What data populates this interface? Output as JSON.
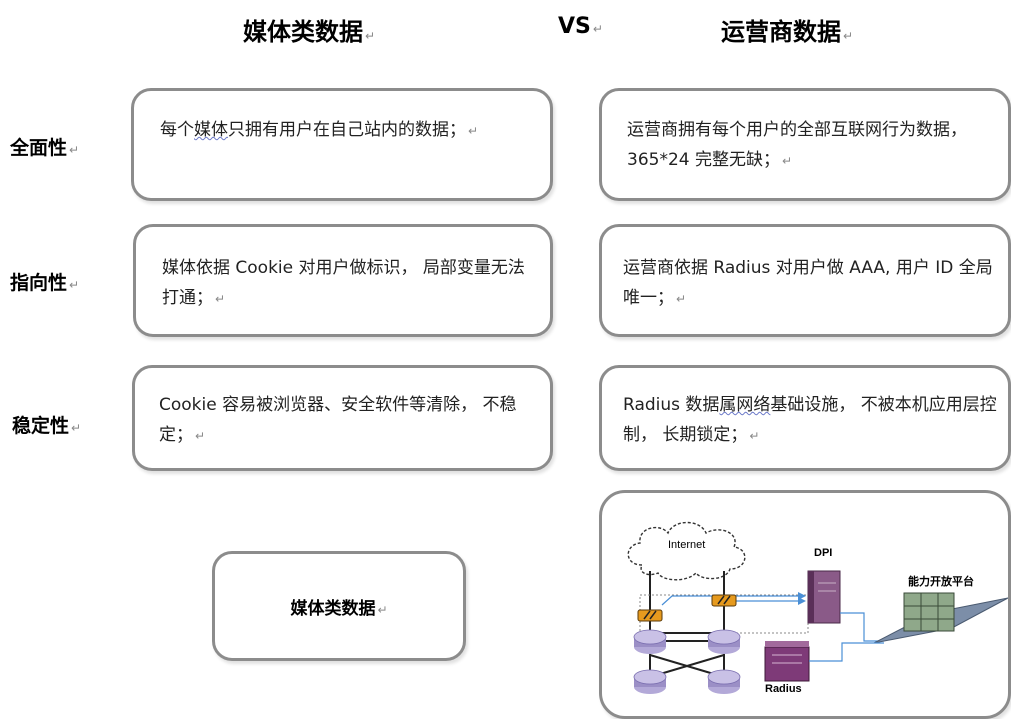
{
  "header": {
    "left": "媒体类数据",
    "vs": "VS",
    "right": "运营商数据"
  },
  "rows": [
    {
      "label": "全面性",
      "media": {
        "pre": "每个",
        "squig": "媒体",
        "post": "只拥有用户在自己站内的数据；"
      },
      "carrier": {
        "text": "运营商拥有每个用户的全部互联网行为数据，365*24 完整无缺；"
      }
    },
    {
      "label": "指向性",
      "media": {
        "text": "媒体依据 Cookie 对用户做标识， 局部变量无法打通；"
      },
      "carrier": {
        "text": "运营商依据 Radius 对用户做 AAA, 用户 ID 全局唯一；"
      }
    },
    {
      "label": "稳定性",
      "media": {
        "text": "Cookie 容易被浏览器、安全软件等清除， 不稳定；"
      },
      "carrier": {
        "pre": "Radius 数据",
        "squig": "属网络",
        "post": "基础设施， 不被本机应用层控制， 长期锁定；"
      }
    }
  ],
  "media_box": {
    "label": "媒体类数据"
  },
  "diagram": {
    "cloud_label": "Internet",
    "dpi_label": "DPI",
    "platform_label": "能力开放平台",
    "radius_label": "Radius"
  },
  "colors": {
    "box_border": "#8c8c8c",
    "router": "#9b8fc6",
    "server_purple": "#7e3a78",
    "link_blue": "#4a8fd6"
  },
  "return_mark": "↵"
}
